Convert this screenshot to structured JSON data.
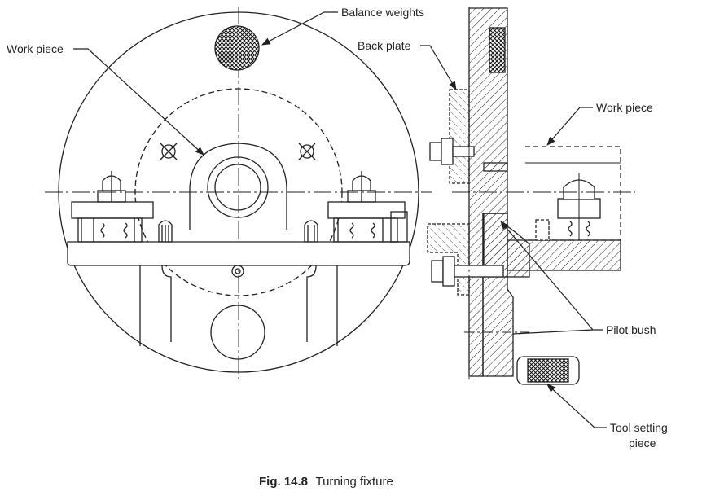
{
  "labels": {
    "balance_weights": "Balance weights",
    "work_piece_left": "Work piece",
    "back_plate": "Back plate",
    "work_piece_right": "Work piece",
    "pilot_bush": "Pilot bush",
    "tool_setting_line1": "Tool setting",
    "tool_setting_line2": "piece"
  },
  "caption": {
    "number": "Fig. 14.8",
    "title": "Turning fixture"
  },
  "colors": {
    "ink": "#222222",
    "background": "#ffffff"
  }
}
